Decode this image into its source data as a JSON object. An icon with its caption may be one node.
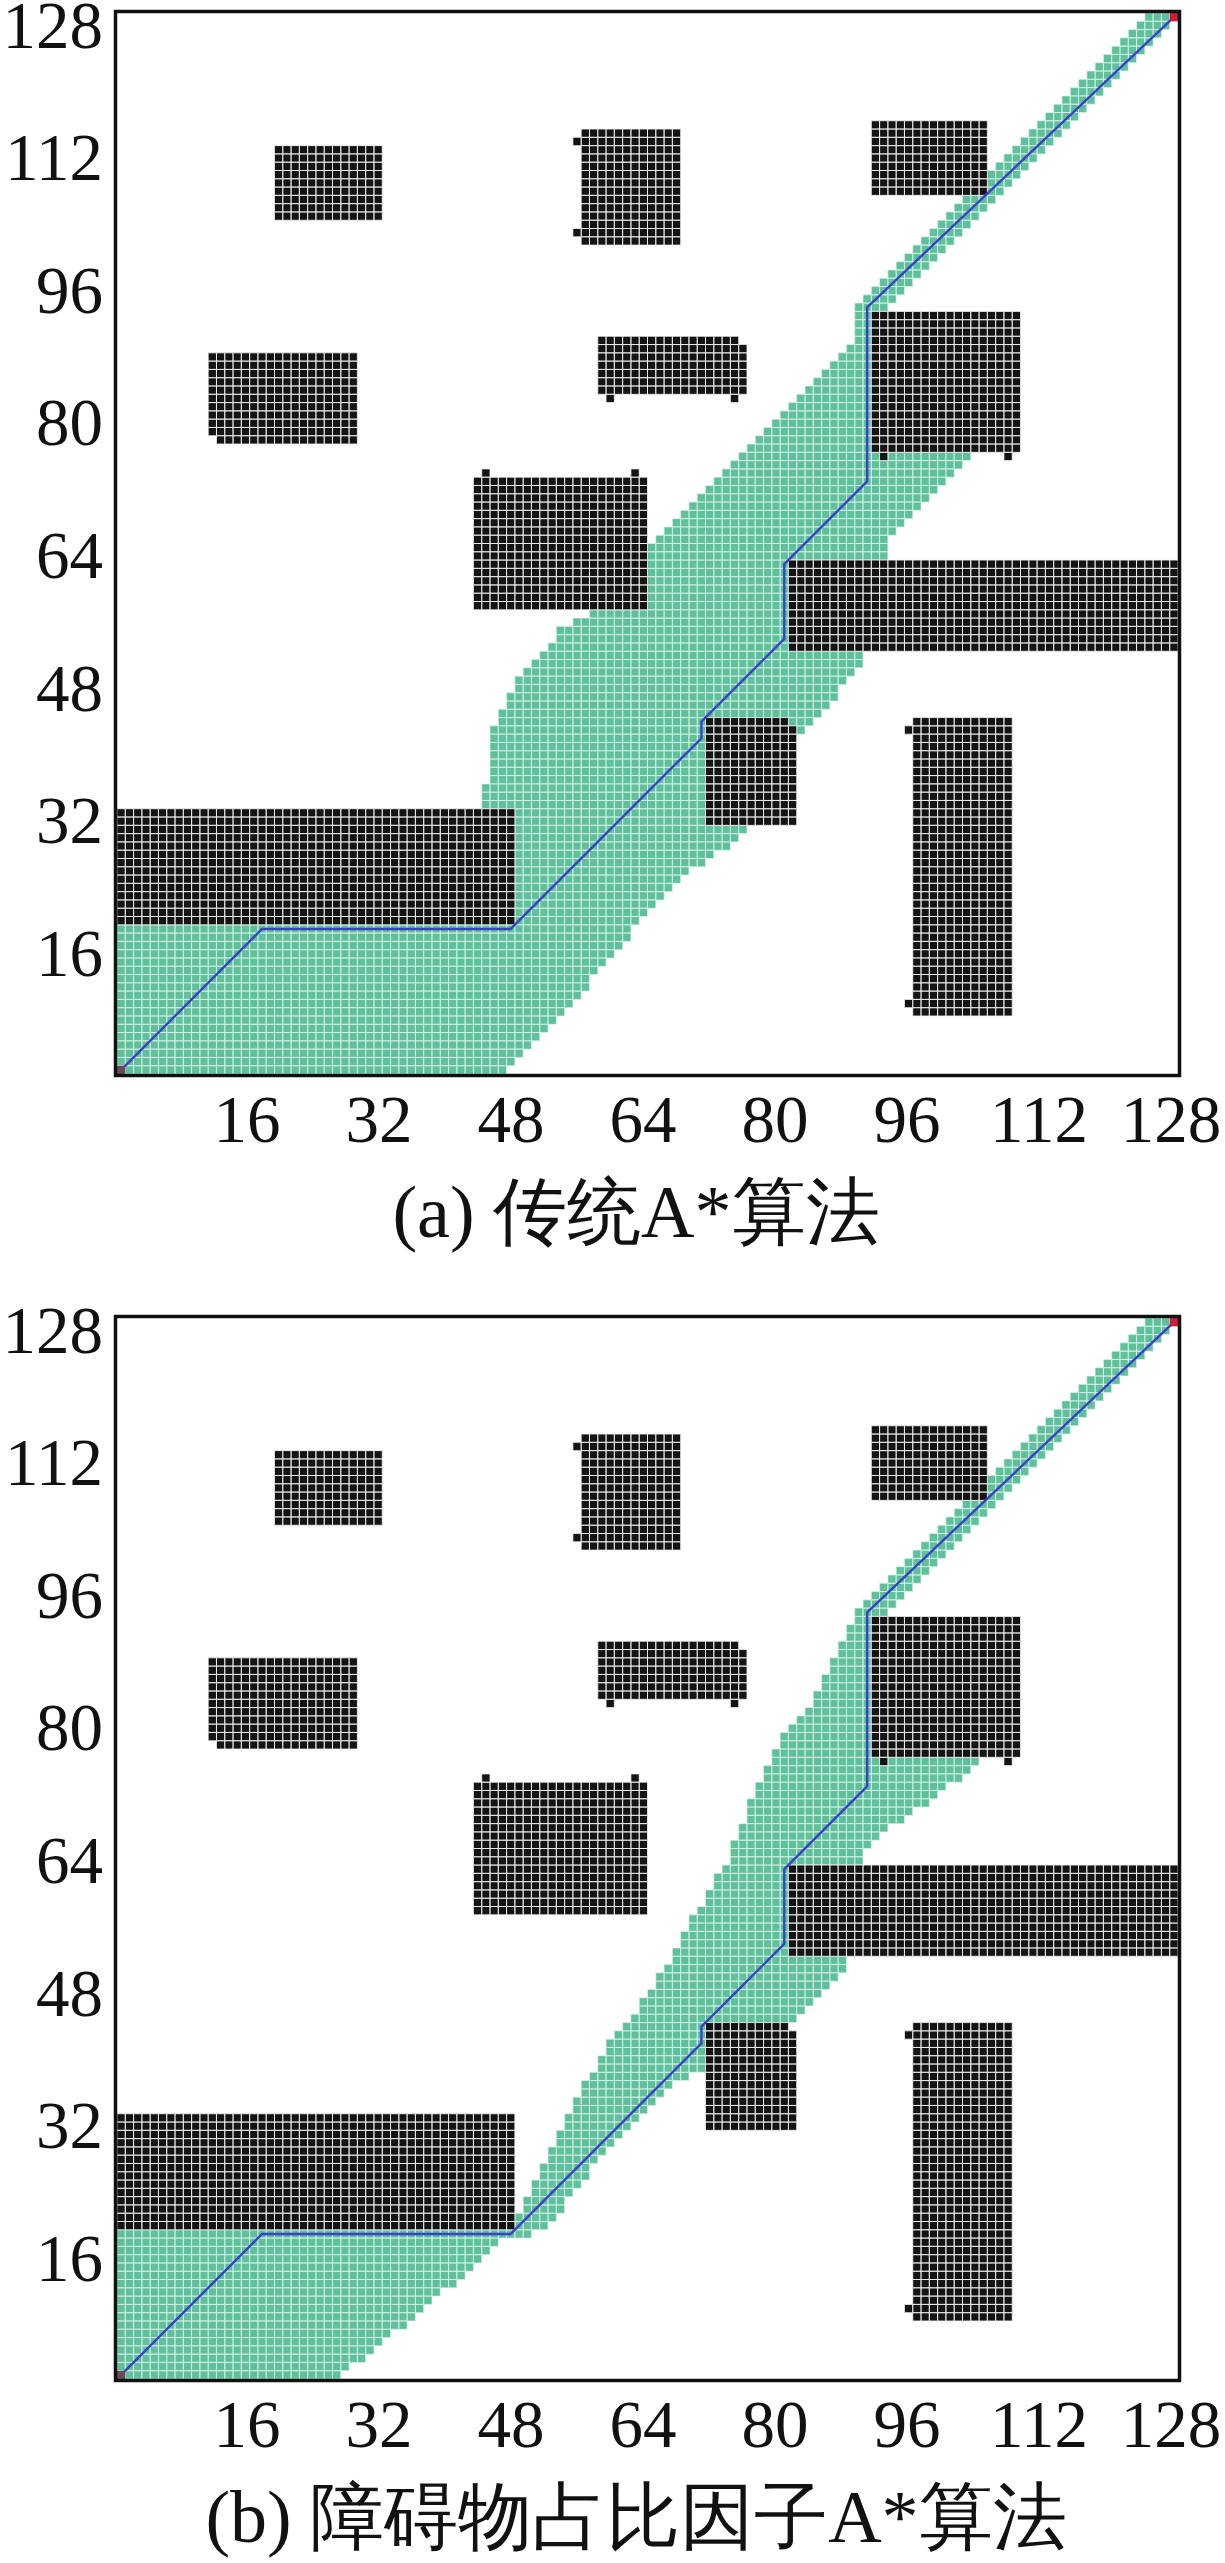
{
  "diagram": {
    "labels": [
      "128",
      "112",
      "96",
      "80",
      "64",
      "48",
      "32",
      "16",
      "16",
      "32",
      "48",
      "64",
      "80",
      "96",
      "112",
      "128",
      "(a) 传统A*算法",
      "128",
      "112",
      "96",
      "80",
      "64",
      "48",
      "32",
      "16",
      "16",
      "32",
      "48",
      "64",
      "80",
      "96",
      "112",
      "128",
      "(b) 障碍物占比因子A*算法"
    ]
  }
}
